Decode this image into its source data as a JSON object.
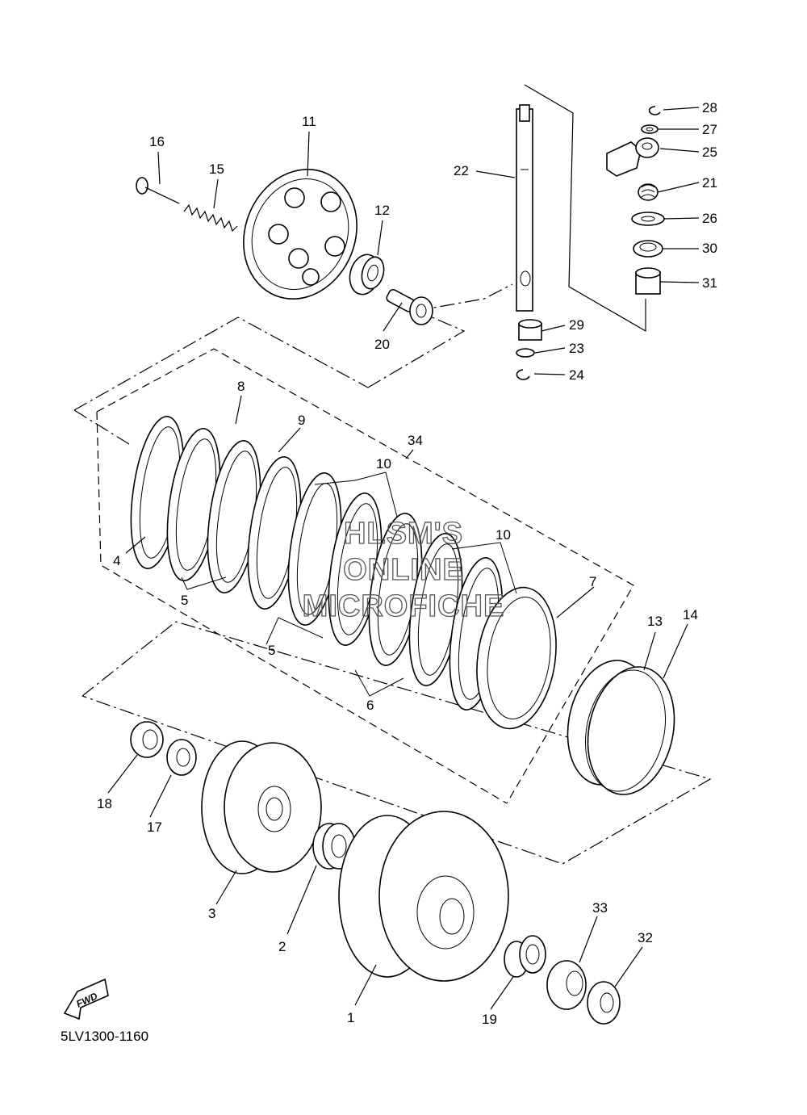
{
  "diagram": {
    "drawing_code": "5LV1300-1160",
    "direction_badge": "FWD",
    "watermark": [
      "HLSM'S",
      "ONLINE",
      "MICROFICHE"
    ]
  },
  "callouts": [
    {
      "id": "c28",
      "text": "28"
    },
    {
      "id": "c27",
      "text": "27"
    },
    {
      "id": "c25",
      "text": "25"
    },
    {
      "id": "c21",
      "text": "21"
    },
    {
      "id": "c26",
      "text": "26"
    },
    {
      "id": "c30",
      "text": "30"
    },
    {
      "id": "c31",
      "text": "31"
    },
    {
      "id": "c29",
      "text": "29"
    },
    {
      "id": "c23",
      "text": "23"
    },
    {
      "id": "c24",
      "text": "24"
    },
    {
      "id": "c22",
      "text": "22"
    },
    {
      "id": "c11",
      "text": "11"
    },
    {
      "id": "c16",
      "text": "16"
    },
    {
      "id": "c15",
      "text": "15"
    },
    {
      "id": "c12",
      "text": "12"
    },
    {
      "id": "c20",
      "text": "20"
    },
    {
      "id": "c8",
      "text": "8"
    },
    {
      "id": "c9",
      "text": "9"
    },
    {
      "id": "c34",
      "text": "34"
    },
    {
      "id": "c10a",
      "text": "10"
    },
    {
      "id": "c10b",
      "text": "10"
    },
    {
      "id": "c4",
      "text": "4"
    },
    {
      "id": "c5a",
      "text": "5"
    },
    {
      "id": "c5b",
      "text": "5"
    },
    {
      "id": "c7",
      "text": "7"
    },
    {
      "id": "c6",
      "text": "6"
    },
    {
      "id": "c13",
      "text": "13"
    },
    {
      "id": "c14",
      "text": "14"
    },
    {
      "id": "c18",
      "text": "18"
    },
    {
      "id": "c17",
      "text": "17"
    },
    {
      "id": "c3",
      "text": "3"
    },
    {
      "id": "c2",
      "text": "2"
    },
    {
      "id": "c33",
      "text": "33"
    },
    {
      "id": "c32",
      "text": "32"
    },
    {
      "id": "c1",
      "text": "1"
    },
    {
      "id": "c19",
      "text": "19"
    }
  ]
}
